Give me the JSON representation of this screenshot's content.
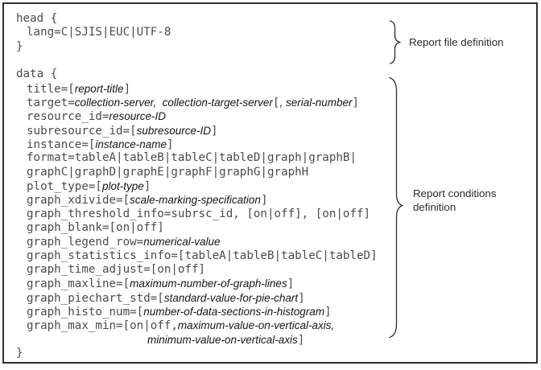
{
  "code": {
    "lines": [
      {
        "indent": 0,
        "segments": [
          [
            "m",
            "head {"
          ]
        ]
      },
      {
        "indent": 1,
        "segments": [
          [
            "m",
            "lang=C|SJIS|EUC|UTF-8"
          ]
        ]
      },
      {
        "indent": 0,
        "segments": [
          [
            "m",
            "}"
          ]
        ]
      },
      {
        "indent": 0,
        "segments": []
      },
      {
        "indent": 0,
        "segments": [
          [
            "m",
            "data {"
          ]
        ]
      },
      {
        "indent": 1,
        "segments": [
          [
            "m",
            "title=["
          ],
          [
            "v",
            "report-title"
          ],
          [
            "m",
            "]"
          ]
        ]
      },
      {
        "indent": 1,
        "segments": [
          [
            "m",
            "target="
          ],
          [
            "v",
            "collection-server,  collection-target-server"
          ],
          [
            "m",
            "["
          ],
          [
            "v",
            ", serial-number"
          ],
          [
            "m",
            "]"
          ]
        ]
      },
      {
        "indent": 1,
        "segments": [
          [
            "m",
            "resource_id="
          ],
          [
            "v",
            "resource-ID"
          ]
        ]
      },
      {
        "indent": 1,
        "segments": [
          [
            "m",
            "subresource_id=["
          ],
          [
            "v",
            "subresource-ID"
          ],
          [
            "m",
            "]"
          ]
        ]
      },
      {
        "indent": 1,
        "segments": [
          [
            "m",
            "instance=["
          ],
          [
            "v",
            "instance-name"
          ],
          [
            "m",
            "]"
          ]
        ]
      },
      {
        "indent": 1,
        "segments": [
          [
            "m",
            "format=tableA|tableB|tableC|tableD|graph|graphB|"
          ]
        ]
      },
      {
        "indent": 1,
        "segments": [
          [
            "m",
            "graphC|graphD|graphE|graphF|graphG|graphH"
          ]
        ]
      },
      {
        "indent": 1,
        "segments": [
          [
            "m",
            "plot_type=["
          ],
          [
            "v",
            "plot-type"
          ],
          [
            "m",
            "]"
          ]
        ]
      },
      {
        "indent": 1,
        "segments": [
          [
            "m",
            "graph_xdivide=["
          ],
          [
            "v",
            "scale-marking-specification"
          ],
          [
            "m",
            "]"
          ]
        ]
      },
      {
        "indent": 1,
        "segments": [
          [
            "m",
            "graph_threshold_info=subrsc_id, [on|off], [on|off]"
          ]
        ]
      },
      {
        "indent": 1,
        "segments": [
          [
            "m",
            "graph_blank=[on|off]"
          ]
        ]
      },
      {
        "indent": 1,
        "segments": [
          [
            "m",
            "graph_legend_row="
          ],
          [
            "v",
            "numerical-value"
          ]
        ]
      },
      {
        "indent": 1,
        "segments": [
          [
            "m",
            "graph_statistics_info=[tableA|tableB|tableC|tableD]"
          ]
        ]
      },
      {
        "indent": 1,
        "segments": [
          [
            "m",
            "graph_time_adjust=[on|off]"
          ]
        ]
      },
      {
        "indent": 1,
        "segments": [
          [
            "m",
            "graph_maxline=["
          ],
          [
            "v",
            "maximum-number-of-graph-lines"
          ],
          [
            "m",
            "]"
          ]
        ]
      },
      {
        "indent": 1,
        "segments": [
          [
            "m",
            "graph_piechart_std=["
          ],
          [
            "v",
            "standard-value-for-pie-chart"
          ],
          [
            "m",
            "]"
          ]
        ]
      },
      {
        "indent": 1,
        "segments": [
          [
            "m",
            "graph_histo_num=["
          ],
          [
            "v",
            "number-of-data-sections-in-histogram"
          ],
          [
            "m",
            "]"
          ]
        ]
      },
      {
        "indent": 1,
        "segments": [
          [
            "m",
            "graph_max_min=[on|off,"
          ],
          [
            "v",
            "maximum-value-on-vertical-axis,"
          ]
        ]
      },
      {
        "indent": 2,
        "segments": [
          [
            "v",
            "minimum-value-on-vertical-axis"
          ],
          [
            "m",
            "]"
          ]
        ]
      },
      {
        "indent": 0,
        "segments": [
          [
            "m",
            "}"
          ]
        ]
      }
    ]
  },
  "annotations": {
    "report_file": {
      "label": "Report file definition"
    },
    "report_conditions": {
      "label": "Report conditions definition"
    }
  },
  "colors": {
    "border": "#2f2f2f",
    "mono_text": "#4b4b4b",
    "variable_text": "#161616",
    "brace_stroke": "#2e2e2e"
  }
}
